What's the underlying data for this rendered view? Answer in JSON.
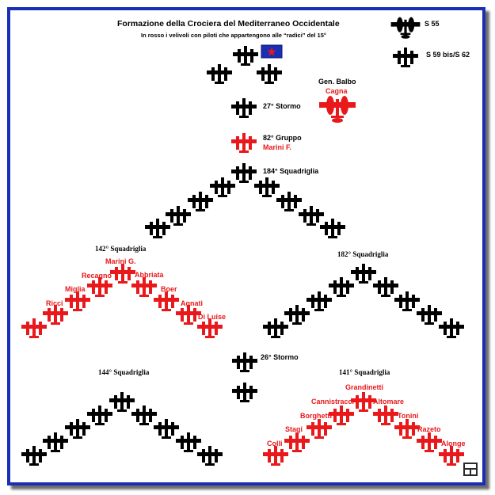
{
  "header": {
    "title": "Formazione della Crociera del Mediterraneo Occidentale",
    "subtitle": "In rosso i velivoli con piloti che appartengono alle “radici” del 15°"
  },
  "legend": {
    "s55": "S 55",
    "s59": "S 59 bis/S 62"
  },
  "labels": {
    "gen_balbo": "Gen. Balbo",
    "cagna": "Cagna",
    "stormo27": "27° Stormo",
    "gruppo82": "82° Gruppo",
    "marini_f": "Marini F.",
    "squad184": "184° Squadriglia",
    "squad142": "142° Squadriglia",
    "squad182": "182° Squadriglia",
    "stormo26": "26° Stormo",
    "squad144": "144° Squadriglia",
    "squad141": "141° Squadriglia"
  },
  "pilots_142": [
    "Marini G.",
    "Recagno",
    "Abbriata",
    "Miglia",
    "Boer",
    "Ricci",
    "Agnati",
    "Di Luise"
  ],
  "pilots_141": [
    "Grandinetti",
    "Cannistracci",
    "Altomare",
    "Borghetti",
    "Tonini",
    "Stagi",
    "Razeto",
    "Colli",
    "Alonge"
  ],
  "colors": {
    "red": "#e8181b",
    "black": "#000000",
    "frame": "#1b2fb4",
    "flag": "#1b2fb4",
    "star": "#e8181b"
  },
  "icons": {
    "plane_small": "seaplane-icon",
    "plane_large": "large-seaplane-icon",
    "flag": "flag-icon",
    "corner": "window-icon"
  }
}
